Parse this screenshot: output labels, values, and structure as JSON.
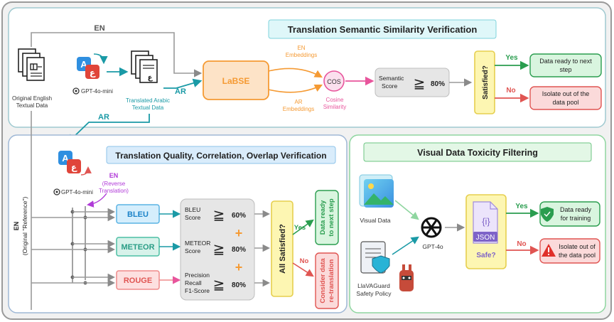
{
  "top_panel": {
    "title": "Translation Semantic Similarity Verification",
    "edge_en": "EN",
    "edge_ar": "AR",
    "original_line1": "Original English",
    "original_line2": "Textual Data",
    "gpt_mini": "GPT-4o-mini",
    "translated_line1": "Translated Arabic",
    "translated_line2": "Textual Data",
    "labse": "LaBSE",
    "en_emb_1": "EN",
    "en_emb_2": "Embeddings",
    "ar_emb_1": "AR",
    "ar_emb_2": "Embeddings",
    "cos": "COS",
    "cos_sim_1": "Cosine",
    "cos_sim_2": "Similarity",
    "sem_score_1": "Semantic",
    "sem_score_2": "Score",
    "geq": "≧",
    "threshold": "80%",
    "satisfied": "Satisfied?",
    "yes": "Yes",
    "no": "No",
    "ready_1": "Data ready to next",
    "ready_2": "step",
    "isolate_1": "Isolate out of the",
    "isolate_2": "data pool",
    "ar_return": "AR"
  },
  "quality_panel": {
    "title": "Translation Quality, Correlation, Overlap Verification",
    "gpt_mini": "GPT-4o-mini",
    "en_label": "EN",
    "reverse_1": "(Reverse",
    "reverse_2": "Translation)",
    "side_en": "EN",
    "side_ref": "(Original \"Reference\")",
    "metrics": [
      {
        "name": "BLEU",
        "score_lines": [
          "BLEU",
          "Score"
        ],
        "threshold": "60%"
      },
      {
        "name": "METEOR",
        "score_lines": [
          "METEOR",
          "Score"
        ],
        "threshold": "80%"
      },
      {
        "name": "ROUGE",
        "score_lines": [
          "Precision",
          "Recall",
          "F1-Score"
        ],
        "threshold": "80%"
      }
    ],
    "plus": "+",
    "geq": "≧",
    "all_satisfied": "All Satisfied?",
    "yes": "Yes",
    "no": "No",
    "ready_1": "Data ready",
    "ready_2": "to next step",
    "consider_1": "Consider data",
    "consider_2": "re-translation"
  },
  "toxicity_panel": {
    "title": "Visual Data Toxicity Filtering",
    "visual_data": "Visual Data",
    "gpt4o": "GPT-4o",
    "policy_1": "LlaVAGuard",
    "policy_2": "Safety Policy",
    "json_braces": "{i}",
    "json": "JSON",
    "safe": "Safe?",
    "yes": "Yes",
    "no": "No",
    "ready_1": "Data ready",
    "ready_2": "for training",
    "isolate_1": "Isolate out of",
    "isolate_2": "the data pool"
  },
  "colors": {
    "teal": "#1a9aa6",
    "orange": "#f59a33",
    "labse_fill": "#fde3c7",
    "pink": "#e8559c",
    "green": "#2a9d4f",
    "red": "#e05552",
    "yellow_fill": "#fdf6b2",
    "yellow_stroke": "#e6cf4e",
    "cyan_title": "#dff7f9",
    "violet": "#b03ad8"
  }
}
